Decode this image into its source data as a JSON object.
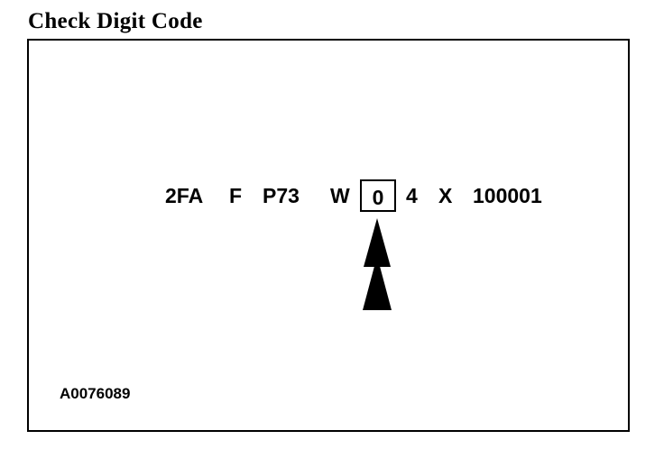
{
  "title": "Check Digit Code",
  "vin": {
    "segments": [
      "2FA",
      "F",
      "P73",
      "W",
      "0",
      "4",
      "X",
      "100001"
    ],
    "check_digit_index": 4
  },
  "reference_code": "A0076089"
}
